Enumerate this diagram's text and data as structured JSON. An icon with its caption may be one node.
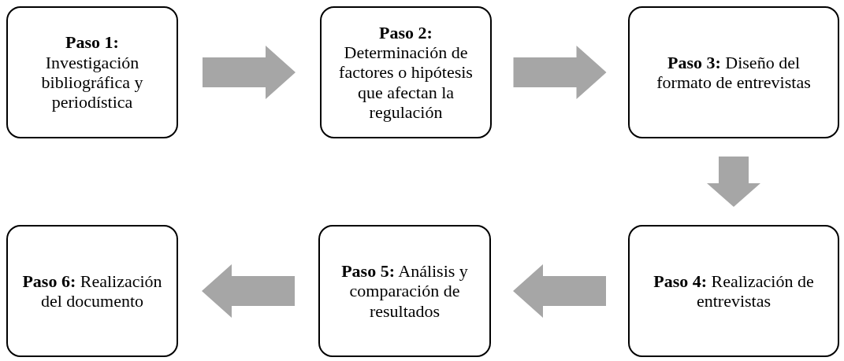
{
  "diagram": {
    "nodes": [
      {
        "text": [
          "Paso 1:",
          "Investigación bibliográfica y periodística"
        ]
      },
      {
        "text": [
          "Paso 2:",
          "Determinación de factores o hipótesis que afectan la regulación"
        ]
      },
      {
        "text": [
          "**Paso 3:** Diseño del formato de entrevistas"
        ]
      },
      {
        "text": [
          "**Paso 4:** Realización de entrevistas"
        ]
      },
      {
        "text": [
          "**Paso 5:** Análisis y comparación de resultados"
        ]
      },
      {
        "text": [
          "**Paso 6:** Realización del documento"
        ]
      }
    ],
    "edges": [
      {
        "from": 0,
        "to": 1,
        "arrow": "to"
      },
      {
        "from": 1,
        "to": 2,
        "arrow": "to"
      },
      {
        "from": 2,
        "to": 3,
        "arrow": "to"
      },
      {
        "from": 3,
        "to": 4,
        "arrow": "to"
      },
      {
        "from": 4,
        "to": 5,
        "arrow": "to"
      }
    ]
  }
}
